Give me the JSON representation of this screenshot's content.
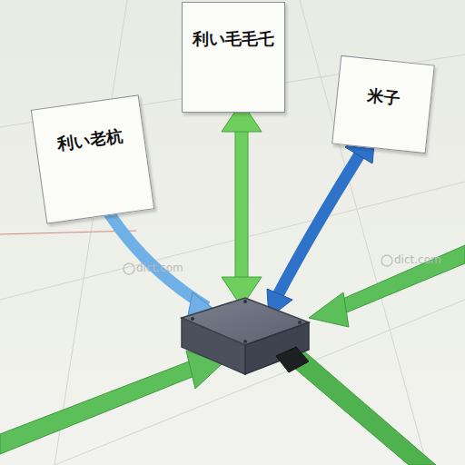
{
  "diagram": {
    "nodes": [
      {
        "text": [
          "利い老杭"
        ]
      },
      {
        "text": [
          "利い毛毛乇"
        ]
      },
      {
        "text": [
          "米子"
        ]
      }
    ],
    "labels": [
      "dict.com",
      "dict.com"
    ]
  }
}
